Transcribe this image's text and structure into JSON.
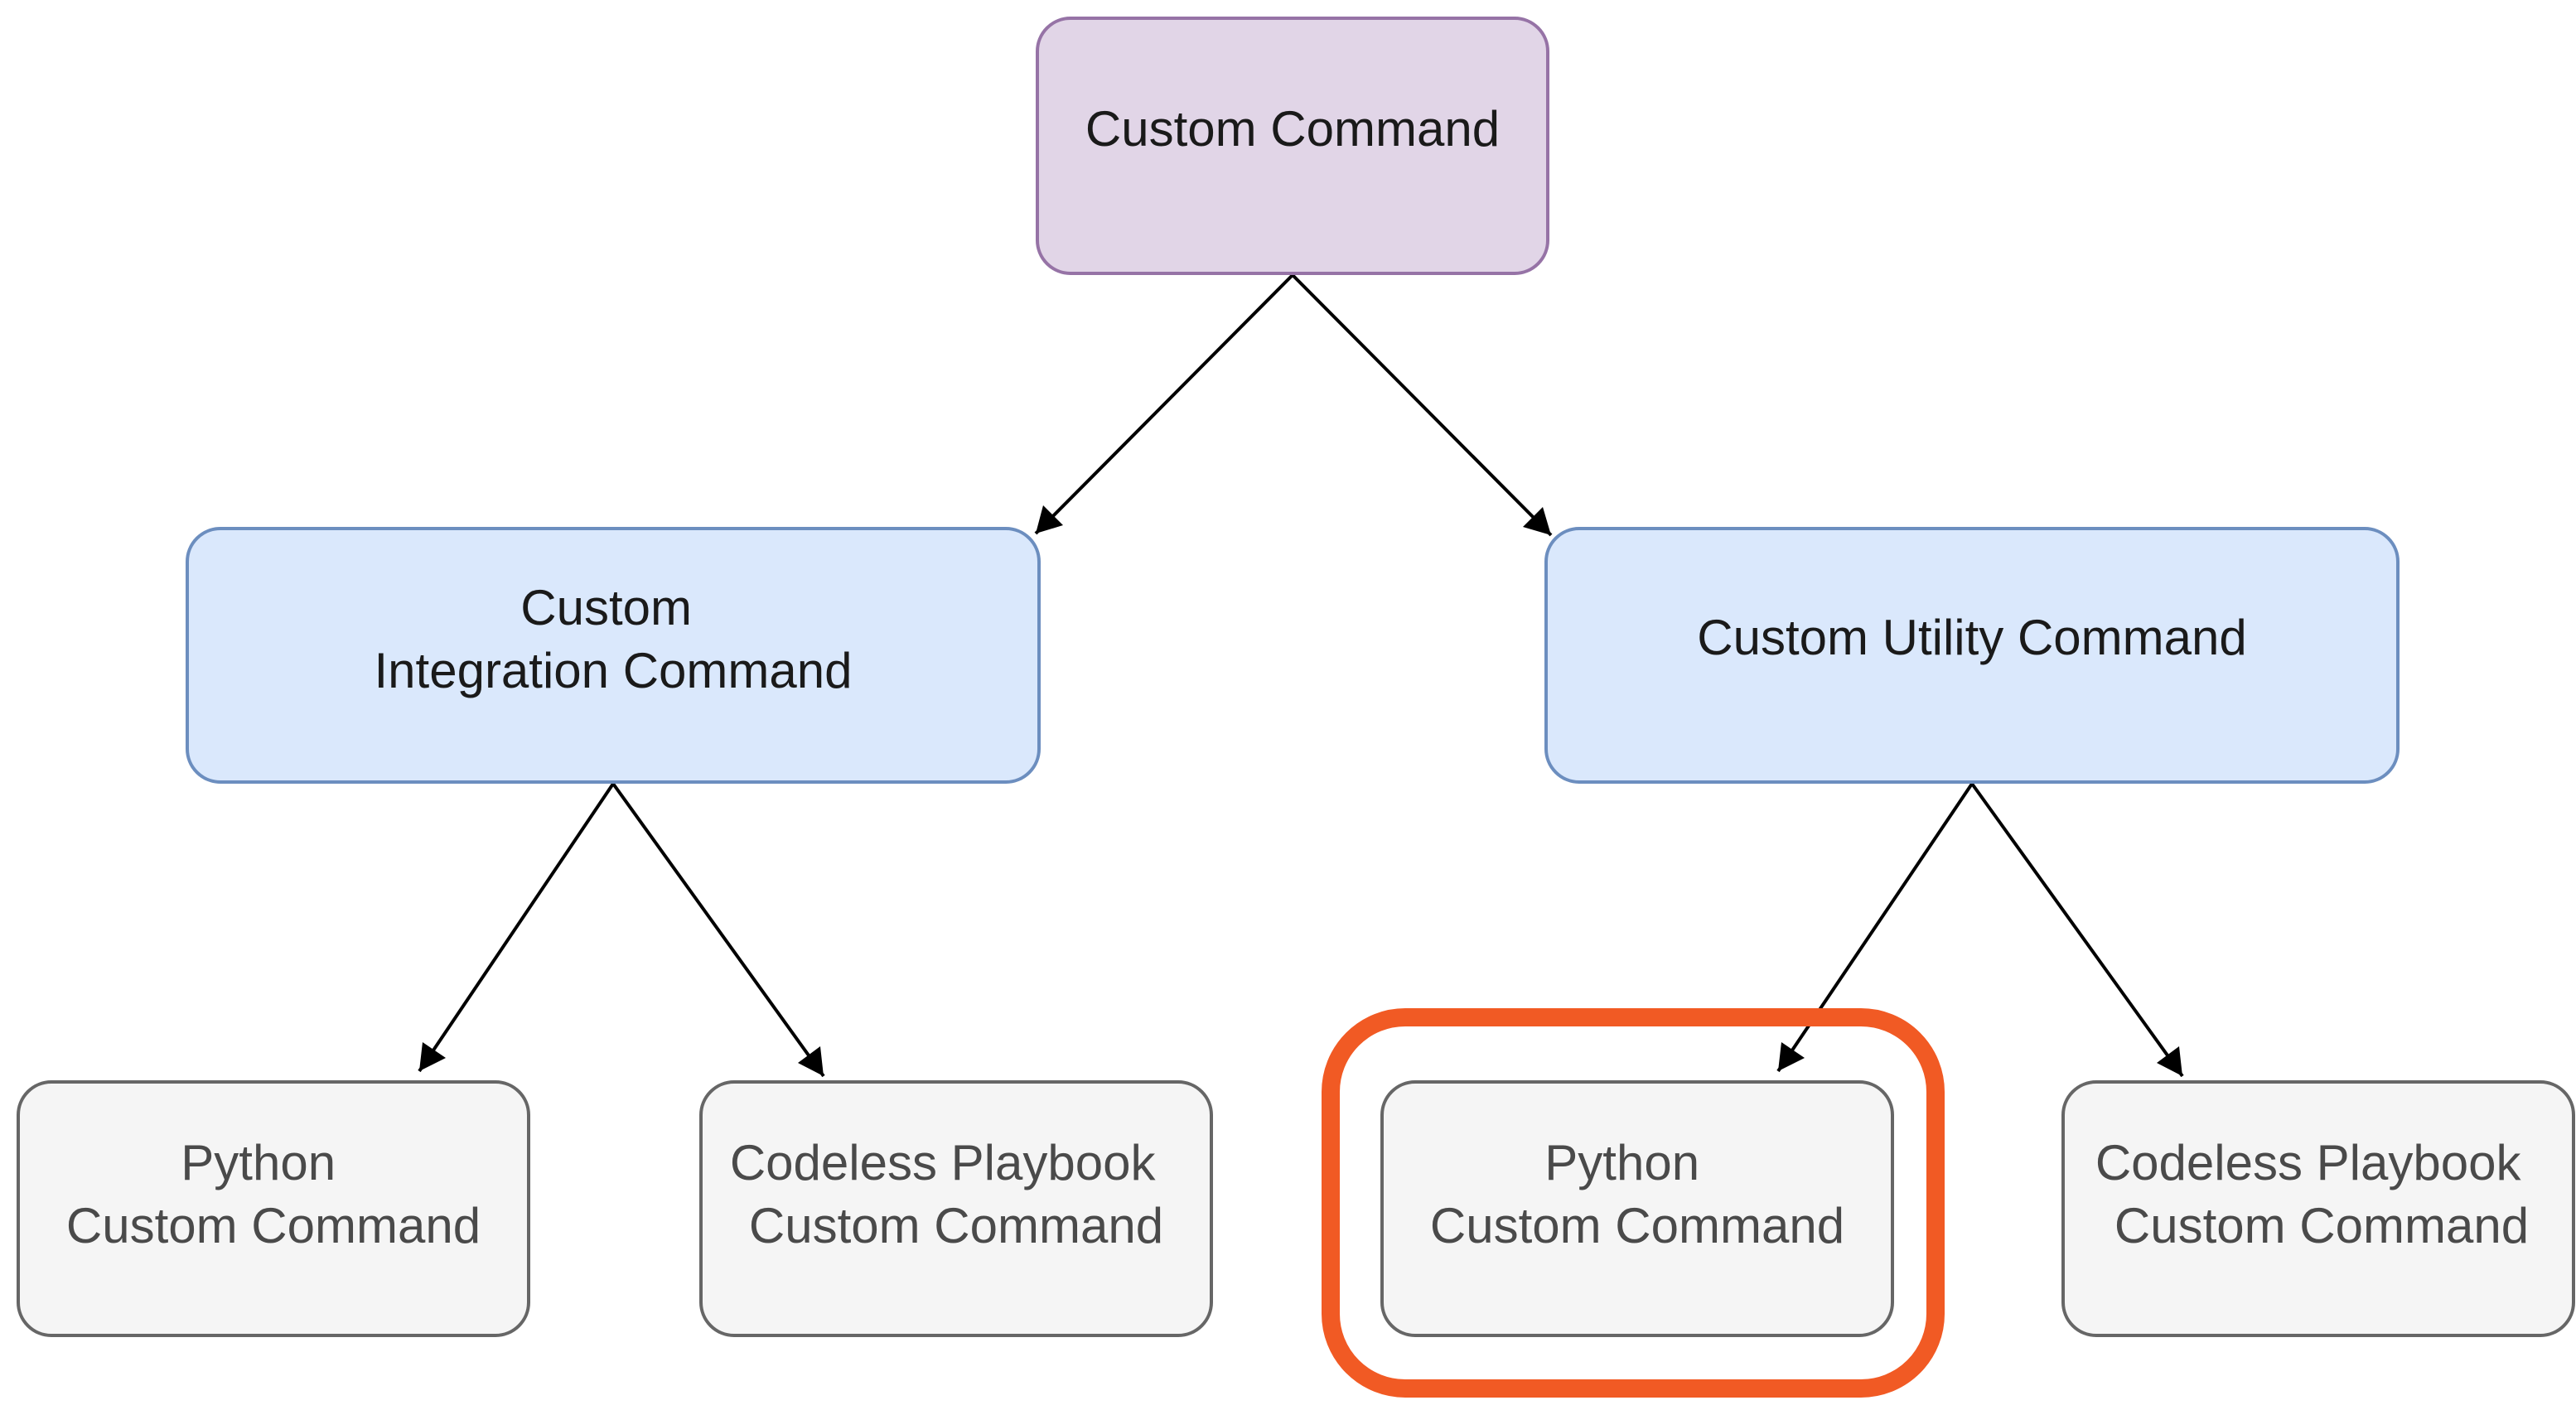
{
  "nodes": {
    "root": {
      "lines": [
        "Custom Command"
      ],
      "fill": "#e1d5e7",
      "stroke": "#9673a6"
    },
    "integration": {
      "lines": [
        "Custom",
        "Integration Command"
      ],
      "fill": "#dae8fc",
      "stroke": "#6c8ebf"
    },
    "utility": {
      "lines": [
        "Custom Utility Command"
      ],
      "fill": "#dae8fc",
      "stroke": "#6c8ebf"
    },
    "integration_python": {
      "lines": [
        "Python",
        "Custom Command"
      ],
      "fill": "#f5f5f5",
      "stroke": "#666666"
    },
    "integration_codeless": {
      "lines": [
        "Codeless Playbook",
        "Custom Command"
      ],
      "fill": "#f5f5f5",
      "stroke": "#666666"
    },
    "utility_python": {
      "lines": [
        "Python",
        "Custom Command"
      ],
      "fill": "#f5f5f5",
      "stroke": "#666666",
      "highlighted": true
    },
    "utility_codeless": {
      "lines": [
        "Codeless Playbook",
        "Custom Command"
      ],
      "fill": "#f5f5f5",
      "stroke": "#666666"
    }
  },
  "highlight_color": "#f15a24",
  "edge_color": "#000000"
}
